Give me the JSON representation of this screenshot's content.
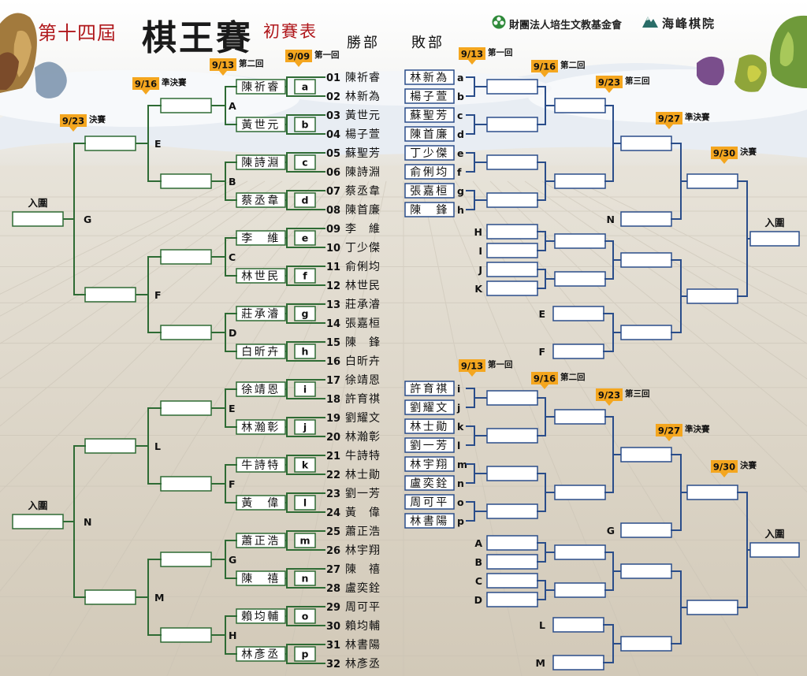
{
  "title": {
    "prefix": "第十四屆",
    "main": "棋王賽",
    "suffix": "初賽表"
  },
  "headers": {
    "winners": "勝部",
    "losers": "敗部"
  },
  "organizers": [
    "財團法人培生文教基金會",
    "海峰棋院"
  ],
  "entrants": [
    {
      "no": "01",
      "name": "陳祈睿"
    },
    {
      "no": "02",
      "name": "林新為"
    },
    {
      "no": "03",
      "name": "黃世元"
    },
    {
      "no": "04",
      "name": "楊子萱"
    },
    {
      "no": "05",
      "name": "蘇聖芳"
    },
    {
      "no": "06",
      "name": "陳詩淵"
    },
    {
      "no": "07",
      "name": "蔡丞韋"
    },
    {
      "no": "08",
      "name": "陳首廉"
    },
    {
      "no": "09",
      "name": "李　維"
    },
    {
      "no": "10",
      "name": "丁少傑"
    },
    {
      "no": "11",
      "name": "俞俐均"
    },
    {
      "no": "12",
      "name": "林世民"
    },
    {
      "no": "13",
      "name": "莊承濬"
    },
    {
      "no": "14",
      "name": "張嘉桓"
    },
    {
      "no": "15",
      "name": "陳　鋒"
    },
    {
      "no": "16",
      "name": "白昕卉"
    },
    {
      "no": "17",
      "name": "徐靖恩"
    },
    {
      "no": "18",
      "name": "許育祺"
    },
    {
      "no": "19",
      "name": "劉耀文"
    },
    {
      "no": "20",
      "name": "林瀚彰"
    },
    {
      "no": "21",
      "name": "牛詩特"
    },
    {
      "no": "22",
      "name": "林士勛"
    },
    {
      "no": "23",
      "name": "劉一芳"
    },
    {
      "no": "24",
      "name": "黃　偉"
    },
    {
      "no": "25",
      "name": "蕭正浩"
    },
    {
      "no": "26",
      "name": "林宇翔"
    },
    {
      "no": "27",
      "name": "陳　禧"
    },
    {
      "no": "28",
      "name": "盧奕銓"
    },
    {
      "no": "29",
      "name": "周可平"
    },
    {
      "no": "30",
      "name": "賴均輔"
    },
    {
      "no": "31",
      "name": "林書陽"
    },
    {
      "no": "32",
      "name": "林彥丞"
    }
  ],
  "r1_winners": [
    "陳祈睿",
    "黃世元",
    "陳詩淵",
    "蔡丞韋",
    "李　維",
    "林世民",
    "莊承濬",
    "白昕卉",
    "徐靖恩",
    "林瀚彰",
    "牛詩特",
    "黃　偉",
    "蕭正浩",
    "陳　禧",
    "賴均輔",
    "林彥丞"
  ],
  "r1_letters": [
    "a",
    "b",
    "c",
    "d",
    "e",
    "f",
    "g",
    "h",
    "i",
    "j",
    "k",
    "l",
    "m",
    "n",
    "o",
    "p"
  ],
  "r2_letters": [
    "A",
    "B",
    "C",
    "D",
    "E",
    "F",
    "G",
    "H",
    "I",
    "J",
    "K",
    "L",
    "M",
    "N"
  ],
  "losers_r1_top": [
    "林新為",
    "楊子萱",
    "蘇聖芳",
    "陳首廉",
    "丁少傑",
    "俞俐均",
    "張嘉桓",
    "陳　鋒"
  ],
  "losers_r1_bottom": [
    "許育祺",
    "劉耀文",
    "林士勛",
    "劉一芳",
    "林宇翔",
    "盧奕銓",
    "周可平",
    "林書陽"
  ],
  "losers_top_feeds": [
    "H",
    "I",
    "J",
    "K",
    "E",
    "F",
    "N"
  ],
  "losers_bottom_feeds": [
    "A",
    "B",
    "C",
    "D",
    "L",
    "M",
    "G"
  ],
  "dates": {
    "r1": "9/09",
    "r2": "9/13",
    "qf": "9/16",
    "sf": "9/23",
    "l_r1": "9/13",
    "l_r2": "9/16",
    "l_r3": "9/23",
    "l_sf": "9/27",
    "l_f": "9/30"
  },
  "round_labels": {
    "r1": "第一回",
    "r2": "第二回",
    "r3": "第三回",
    "qf": "準決賽",
    "final": "決賽"
  },
  "qualify_label": "入圍",
  "colors": {
    "winners_line": "#2e6b34",
    "losers_line": "#2a4d8a",
    "date_tag": "#f4a61f"
  }
}
